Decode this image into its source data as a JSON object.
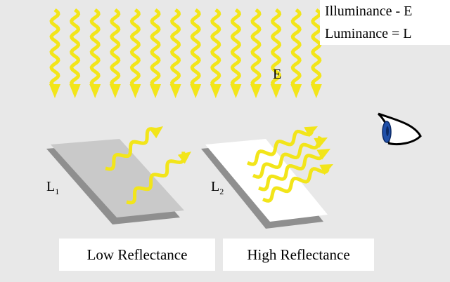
{
  "legend": {
    "illuminance": "Illuminance - E",
    "luminance": "Luminance = L"
  },
  "incident_label": "E",
  "surfaces": [
    {
      "label_main": "L",
      "label_sub": "1",
      "caption": "Low Reflectance",
      "reflected_rays": 2,
      "color": "#c9c9c9"
    },
    {
      "label_main": "L",
      "label_sub": "2",
      "caption": "High Reflectance",
      "reflected_rays": 4,
      "color": "#ffffff"
    }
  ],
  "colors": {
    "ray": "#f2e51a",
    "background": "#e8e8e8",
    "shadow": "#8f8f8f",
    "eye_iris": "#1f4fa8"
  },
  "icons": [
    "eye-icon"
  ]
}
